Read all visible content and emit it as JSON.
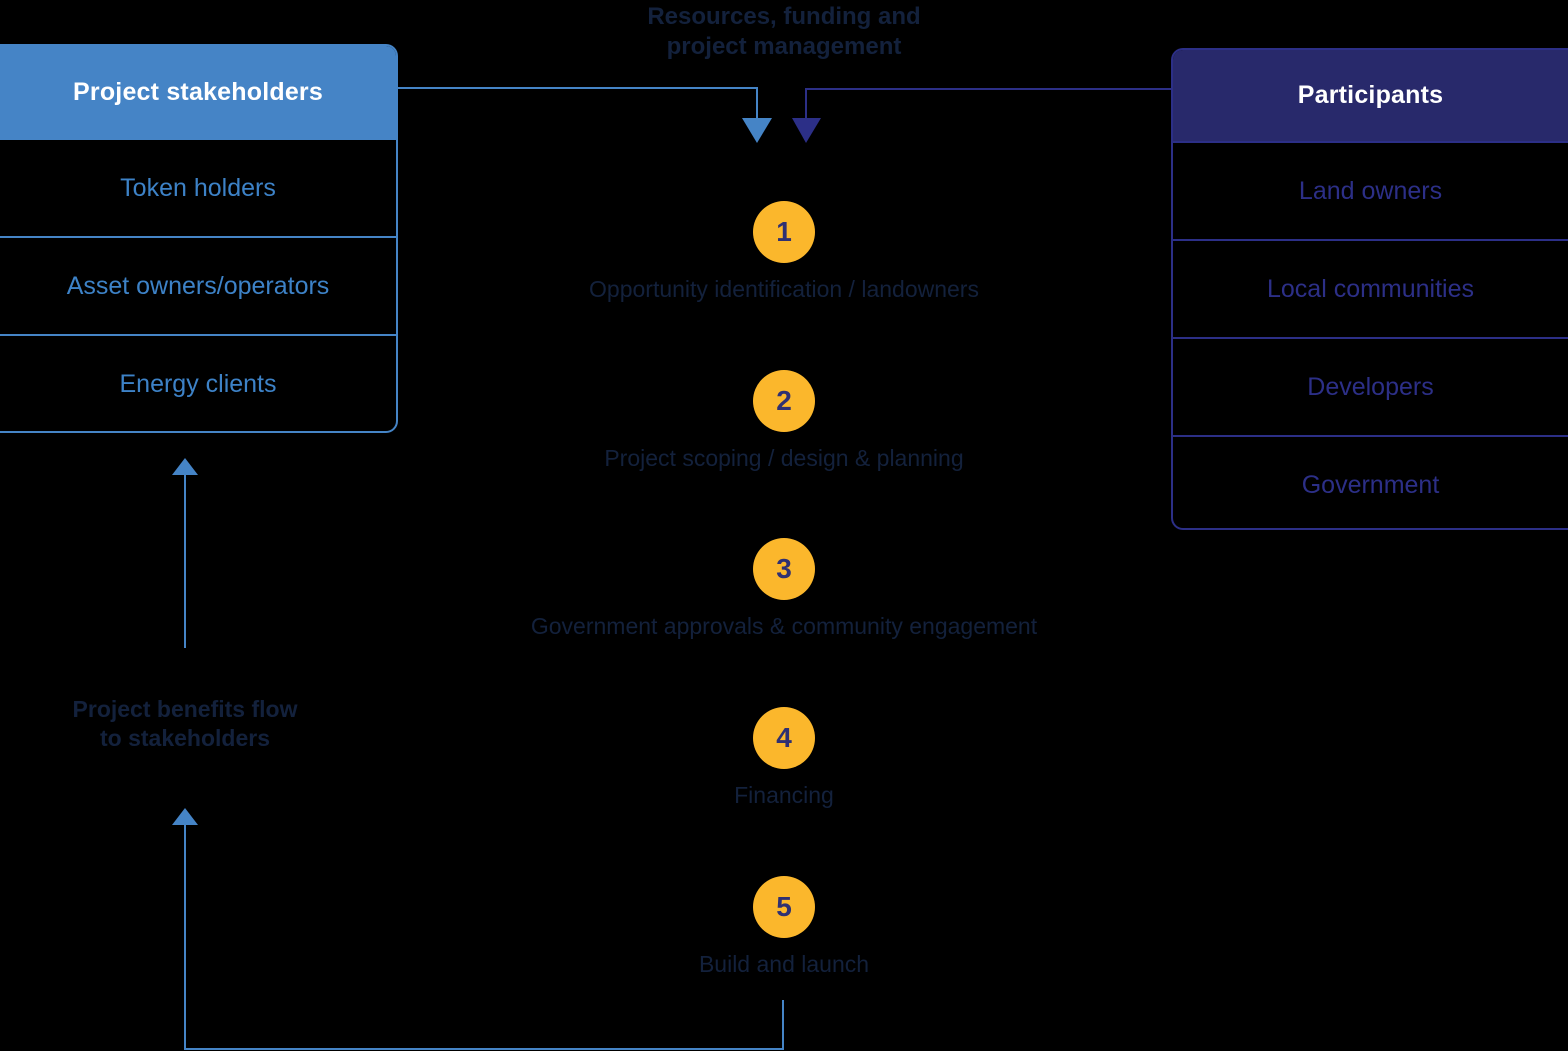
{
  "diagram": {
    "title_top": "Resources, funding and\nproject management",
    "caption_benefits": "Project benefits flow\nto stakeholders"
  },
  "left_panel": {
    "header": "Project stakeholders",
    "rows": [
      {
        "label": "Token holders"
      },
      {
        "label": "Asset owners/operators"
      },
      {
        "label": "Energy clients"
      }
    ]
  },
  "right_panel": {
    "header": "Participants",
    "rows": [
      {
        "label": "Land owners"
      },
      {
        "label": "Local communities"
      },
      {
        "label": "Developers"
      },
      {
        "label": "Government"
      }
    ]
  },
  "steps": [
    {
      "number": "1",
      "label": "Opportunity identification / landowners"
    },
    {
      "number": "2",
      "label": "Project scoping / design & planning"
    },
    {
      "number": "3",
      "label": "Government approvals & community engagement"
    },
    {
      "number": "4",
      "label": "Financing"
    },
    {
      "number": "5",
      "label": "Build and launch"
    }
  ],
  "colors": {
    "stakeholder_blue": "#4584c6",
    "participant_navy": "#28296b",
    "participant_border": "#2c2f87",
    "step_amber": "#fbb72c",
    "step_number_navy": "#2f3072",
    "text_dark": "#13213c",
    "background": "#000000"
  }
}
